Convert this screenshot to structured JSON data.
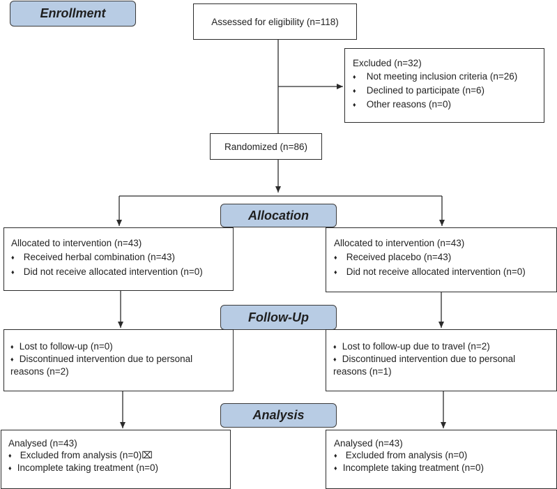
{
  "phases": {
    "enrollment": "Enrollment",
    "allocation": "Allocation",
    "follow_up": "Follow-Up",
    "analysis": "Analysis"
  },
  "assessed": "Assessed for eligibility (n=118)",
  "excluded": {
    "title": "Excluded (n=32)",
    "items": [
      "Not meeting inclusion criteria (n=26)",
      "Declined to participate (n=6)",
      "Other reasons (n=0)"
    ]
  },
  "randomized": "Randomized (n=86)",
  "allocation_left": {
    "title": "Allocated to intervention (n=43)",
    "items": [
      "Received herbal combination (n=43)",
      "Did not receive allocated intervention (n=0)"
    ]
  },
  "allocation_right": {
    "title": "Allocated to intervention (n=43)",
    "items": [
      "Received placebo (n=43)",
      "Did not receive allocated intervention (n=0)"
    ]
  },
  "followup_left": {
    "items": [
      "Lost to follow-up (n=0)",
      "Discontinued intervention due to personal",
      "reasons (n=2)"
    ]
  },
  "followup_right": {
    "items": [
      "Lost to follow-up due to travel (n=2)",
      "Discontinued intervention due to personal",
      "reasons (n=1)"
    ]
  },
  "analysis_left": {
    "title": "Analysed (n=43)",
    "items": [
      "Excluded from analysis (n=0)⌧",
      "Incomplete taking treatment (n=0)"
    ]
  },
  "analysis_right": {
    "title": "Analysed (n=43)",
    "items": [
      "Excluded from analysis (n=0)",
      "Incomplete taking treatment (n=0)"
    ]
  },
  "colors": {
    "phase_fill": "#b8cce4",
    "line": "#2b2b2b"
  },
  "bullet_symbol": "♦"
}
